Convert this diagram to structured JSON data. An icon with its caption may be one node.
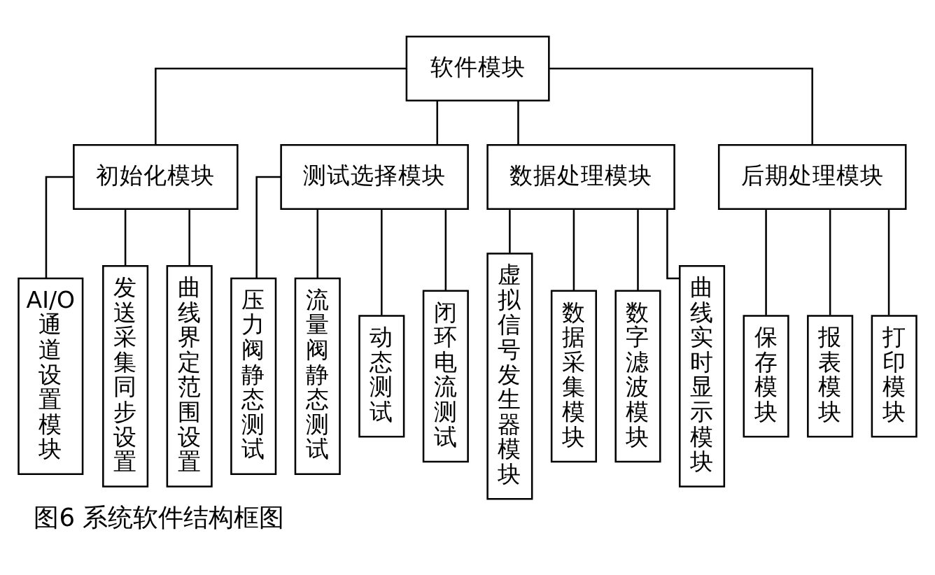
{
  "diagram": {
    "caption": "图6 系统软件结构框图",
    "nodes": [
      {
        "text": [
          "软件模块"
        ]
      },
      {
        "text": [
          "初始化模块"
        ]
      },
      {
        "text": [
          "测试选择模块"
        ]
      },
      {
        "text": [
          "数据处理模块"
        ]
      },
      {
        "text": [
          "后期处理模块"
        ]
      },
      {
        "text": [
          "AI/O通道设置模块"
        ]
      },
      {
        "text": [
          "发送采集同步设置"
        ]
      },
      {
        "text": [
          "曲线界定范围设置"
        ]
      },
      {
        "text": [
          "压力阀静态测试"
        ]
      },
      {
        "text": [
          "流量阀静态测试"
        ]
      },
      {
        "text": [
          "动态测试"
        ]
      },
      {
        "text": [
          "闭环电流测试"
        ]
      },
      {
        "text": [
          "虚拟信号发生器模块"
        ]
      },
      {
        "text": [
          "数据采集模块"
        ]
      },
      {
        "text": [
          "数字滤波模块"
        ]
      },
      {
        "text": [
          "曲线实时显示模块"
        ]
      },
      {
        "text": [
          "保存模块"
        ]
      },
      {
        "text": [
          "报表模块"
        ]
      },
      {
        "text": [
          "打印模块"
        ]
      }
    ],
    "edges": [
      {
        "from": 0,
        "to": 1,
        "arrow": "none"
      },
      {
        "from": 0,
        "to": 2,
        "arrow": "none"
      },
      {
        "from": 0,
        "to": 3,
        "arrow": "none"
      },
      {
        "from": 0,
        "to": 4,
        "arrow": "none"
      },
      {
        "from": 1,
        "to": 5,
        "arrow": "none"
      },
      {
        "from": 1,
        "to": 6,
        "arrow": "none"
      },
      {
        "from": 1,
        "to": 7,
        "arrow": "none"
      },
      {
        "from": 2,
        "to": 8,
        "arrow": "none"
      },
      {
        "from": 2,
        "to": 9,
        "arrow": "none"
      },
      {
        "from": 2,
        "to": 10,
        "arrow": "none"
      },
      {
        "from": 2,
        "to": 11,
        "arrow": "none"
      },
      {
        "from": 3,
        "to": 12,
        "arrow": "none"
      },
      {
        "from": 3,
        "to": 13,
        "arrow": "none"
      },
      {
        "from": 3,
        "to": 14,
        "arrow": "none"
      },
      {
        "from": 3,
        "to": 15,
        "arrow": "none"
      },
      {
        "from": 4,
        "to": 16,
        "arrow": "none"
      },
      {
        "from": 4,
        "to": 17,
        "arrow": "none"
      },
      {
        "from": 4,
        "to": 18,
        "arrow": "none"
      }
    ]
  }
}
